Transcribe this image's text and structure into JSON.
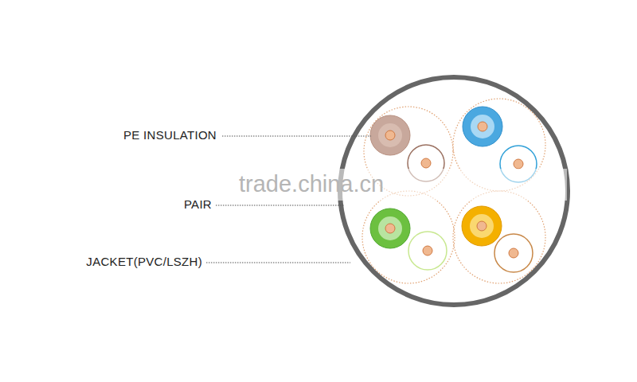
{
  "diagram": {
    "labels": [
      "PE INSULATION",
      "PAIR",
      "JACKET(PVC/LSZH)",
      "trade.china.cn"
    ]
  }
}
